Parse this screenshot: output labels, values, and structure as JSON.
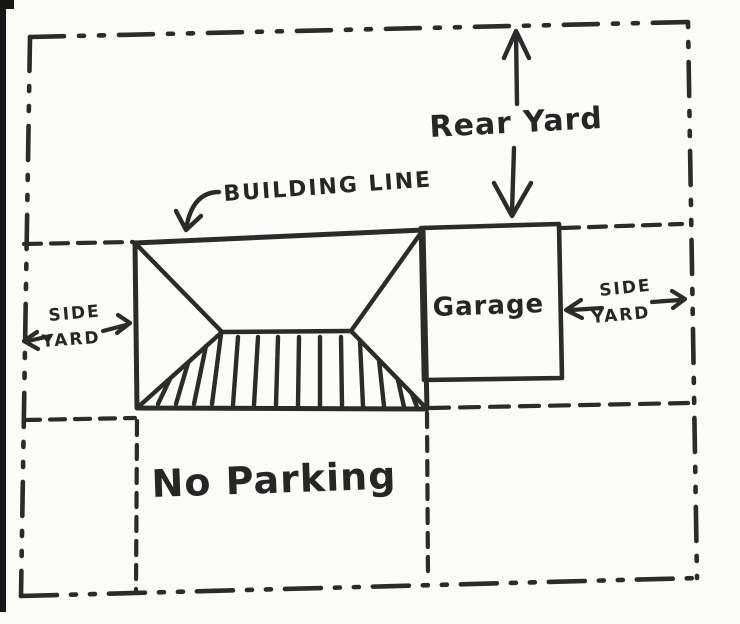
{
  "diagram": {
    "description": "Hand-drawn residential lot site plan sketch showing yard setbacks",
    "labels": {
      "building_line": "BUILDING LINE",
      "rear_yard": "Rear Yard",
      "garage": "Garage",
      "no_parking": "No Parking",
      "side_yard_left": {
        "line1": "SIDE",
        "line2": "YARD"
      },
      "side_yard_right": {
        "line1": "SIDE",
        "line2": "YARD"
      }
    },
    "colors": {
      "ink": "#2b2b2b",
      "paper": "#fbfbf8",
      "scan_bar": "#161616"
    }
  }
}
